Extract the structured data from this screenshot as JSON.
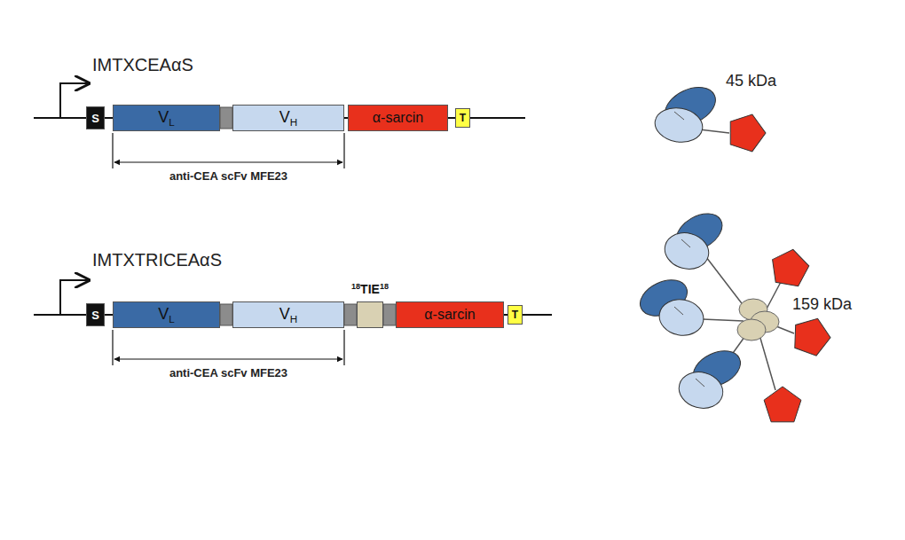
{
  "diagram": {
    "nodes": [
      {
        "text": [
          "S"
        ]
      },
      {
        "text": [
          "VL"
        ]
      },
      {
        "text": [
          "VH"
        ]
      },
      {
        "text": [
          "α-sarcin"
        ]
      },
      {
        "text": [
          "T"
        ]
      },
      {
        "text": [
          "S"
        ]
      },
      {
        "text": [
          "VL"
        ]
      },
      {
        "text": [
          "VH"
        ]
      },
      {
        "text": [
          "18TIE18"
        ]
      },
      {
        "text": [
          "α-sarcin"
        ]
      },
      {
        "text": [
          "T"
        ]
      }
    ],
    "labels": [
      "IMTXCEAαS",
      "anti-CEA scFv MFE23",
      "45 kDa",
      "IMTXTRICEAαS",
      "anti-CEA scFv MFE23",
      "159 kDa"
    ]
  }
}
